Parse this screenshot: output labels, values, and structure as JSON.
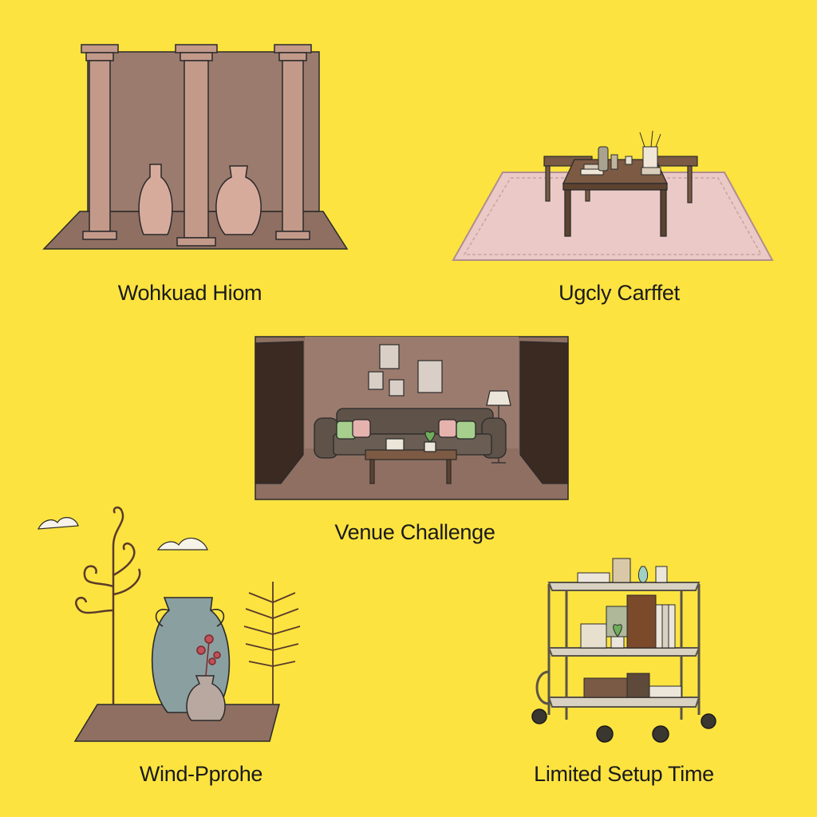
{
  "captions": {
    "top_left": "Wohkuad Hiom",
    "top_right": "Ugcly Carffet",
    "center": "Venue Challenge",
    "bottom_left": "Wind-Pprohe",
    "bottom_right": "Limited Setup Time"
  },
  "colors": {
    "background": "#fce340",
    "wall": "#9b7b6e",
    "floor": "#8e6f62",
    "column": "#c39a8a",
    "rug": "#eac9c6",
    "wood": "#6b4a38",
    "sofa": "#5e5249",
    "urn": "#8a9fa0",
    "cart_frame": "#7a7060"
  },
  "icons": {
    "top_left": "columns-and-vases-scene-icon",
    "top_right": "table-on-rug-scene-icon",
    "center": "living-room-scene-icon",
    "bottom_left": "windy-urn-scene-icon",
    "bottom_right": "rolling-cart-scene-icon"
  }
}
